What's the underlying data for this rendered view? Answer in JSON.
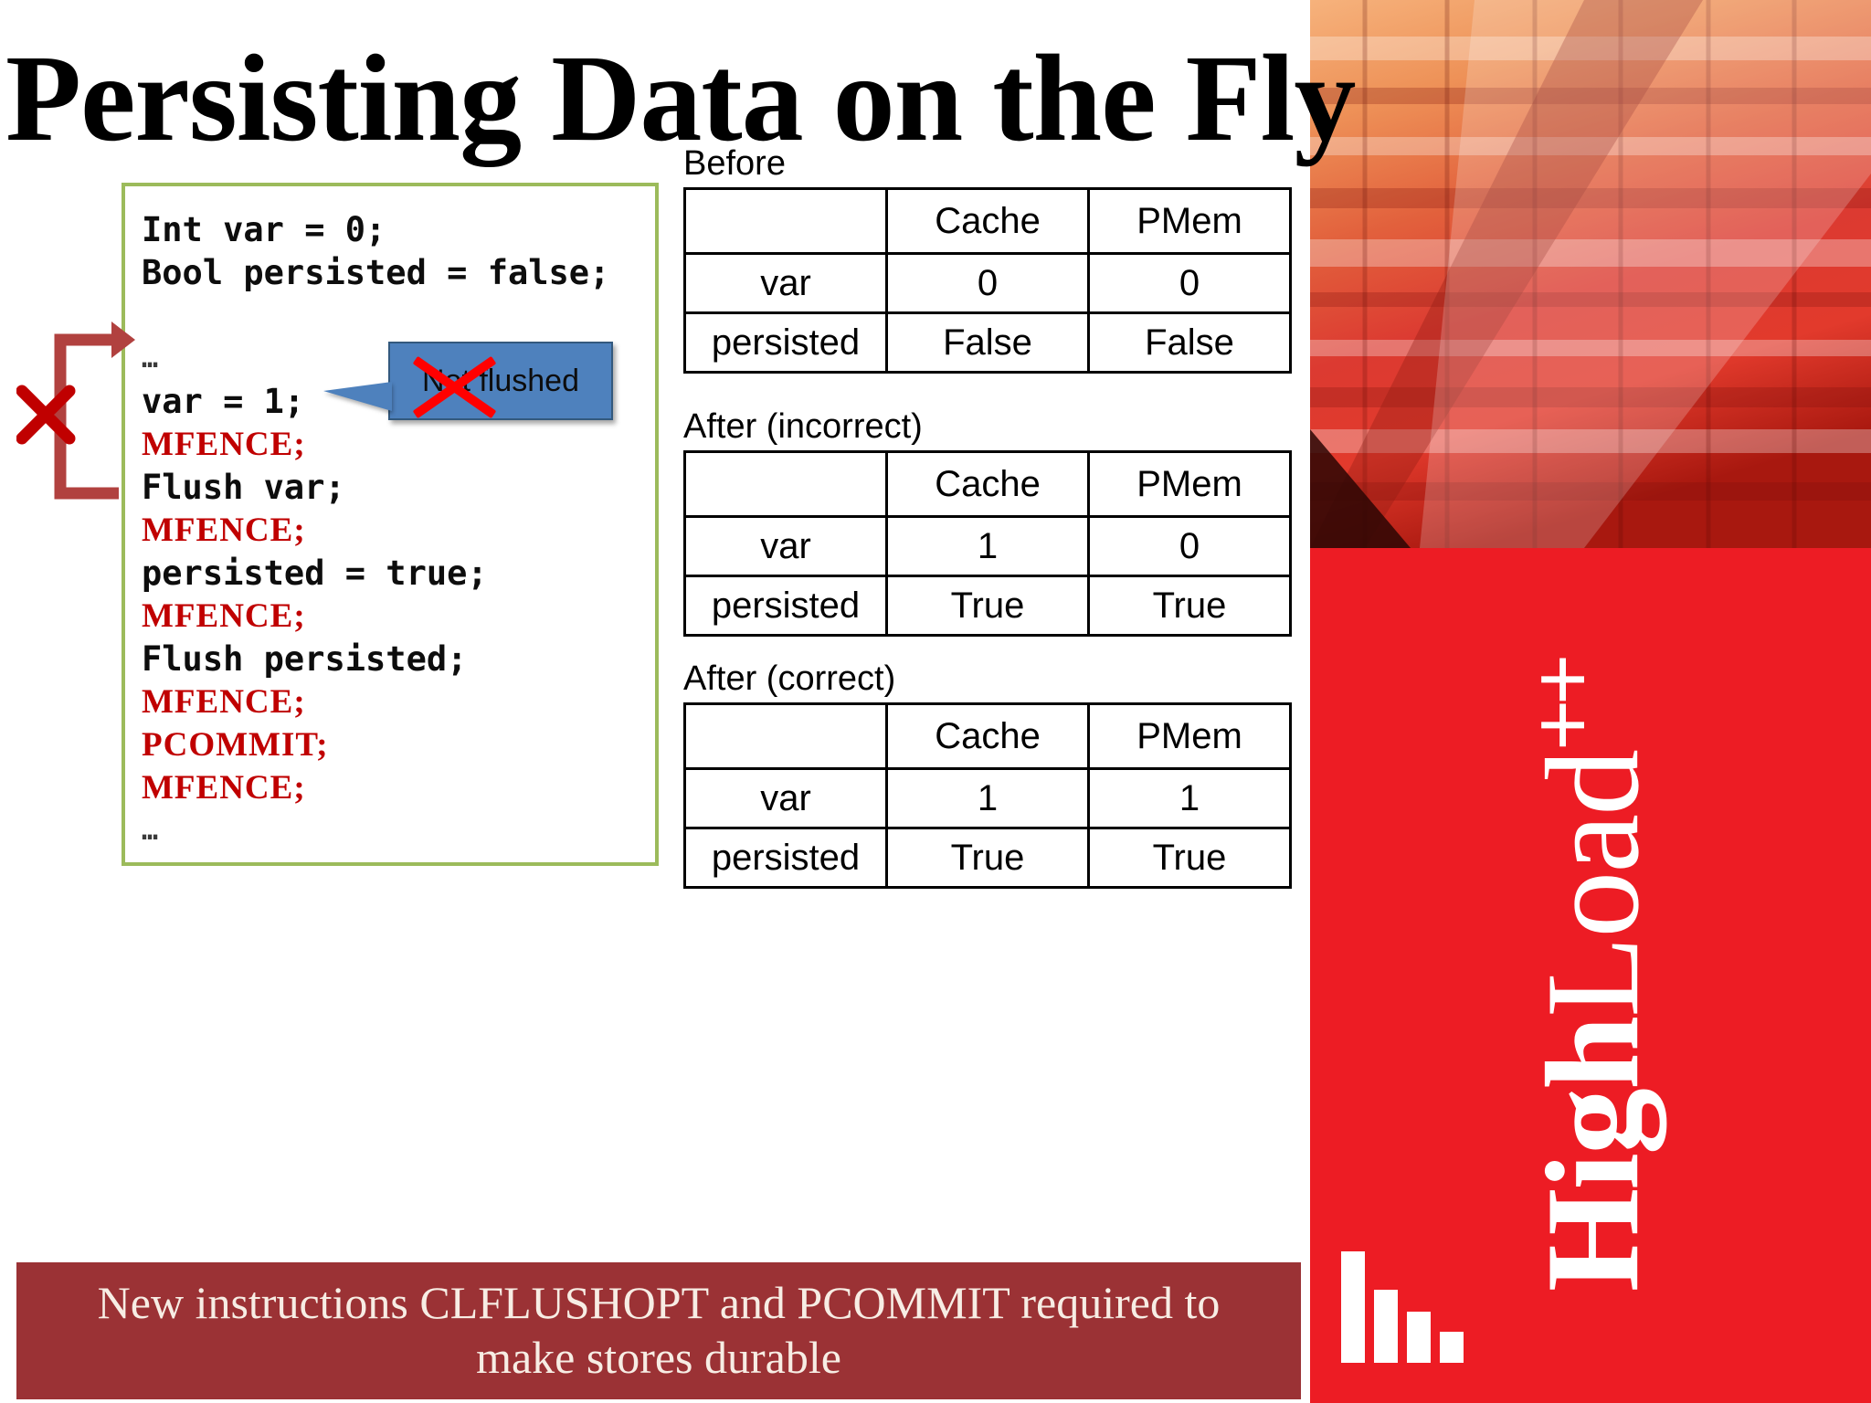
{
  "slide": {
    "title": "Persisting Data on the Fly"
  },
  "code": {
    "lines": [
      {
        "text": "Int var = 0;",
        "style": "mono"
      },
      {
        "text": "Bool persisted = false;",
        "style": "mono"
      },
      {
        "text": "",
        "style": "blank"
      },
      {
        "text": "…",
        "style": "dots"
      },
      {
        "text": "var = 1;",
        "style": "mono"
      },
      {
        "text": "MFENCE;",
        "style": "red"
      },
      {
        "text": "Flush var;",
        "style": "mono"
      },
      {
        "text": "MFENCE;",
        "style": "red"
      },
      {
        "text": "persisted = true;",
        "style": "mono"
      },
      {
        "text": "MFENCE;",
        "style": "red"
      },
      {
        "text": "Flush persisted;",
        "style": "mono"
      },
      {
        "text": "MFENCE;",
        "style": "red"
      },
      {
        "text": "PCOMMIT;",
        "style": "red"
      },
      {
        "text": "MFENCE;",
        "style": "red"
      },
      {
        "text": "…",
        "style": "dots"
      }
    ],
    "border_color": "#9CBB5B",
    "red_color": "#C00000"
  },
  "callout": {
    "label": "Not flushed",
    "fill": "#4E81BD",
    "cross_color": "#FF0000"
  },
  "loop_arrow": {
    "color": "#B1413F",
    "cross_color": "#C00000"
  },
  "tables": [
    {
      "caption": "Before",
      "headers": [
        "",
        "Cache",
        "PMem"
      ],
      "rows": [
        {
          "label": "var",
          "cache": "0",
          "cache_color": "blue",
          "pmem": "0",
          "pmem_color": "black"
        },
        {
          "label": "persisted",
          "cache": "False",
          "cache_color": "blue",
          "pmem": "False",
          "pmem_color": "blue"
        }
      ]
    },
    {
      "caption": "After (incorrect)",
      "headers": [
        "",
        "Cache",
        "PMem"
      ],
      "rows": [
        {
          "label": "var",
          "cache": "1",
          "cache_color": "black",
          "pmem": "0",
          "pmem_color": "red"
        },
        {
          "label": "persisted",
          "cache": "True",
          "cache_color": "black",
          "pmem": "True",
          "pmem_color": "black"
        }
      ]
    },
    {
      "caption": "After (correct)",
      "headers": [
        "",
        "Cache",
        "PMem"
      ],
      "rows": [
        {
          "label": "var",
          "cache": "1",
          "cache_color": "blue",
          "pmem": "1",
          "pmem_color": "black"
        },
        {
          "label": "persisted",
          "cache": "True",
          "cache_color": "black",
          "pmem": "True",
          "pmem_color": "black"
        }
      ]
    }
  ],
  "banner": {
    "text": "New instructions CLFLUSHOPT and PCOMMIT required to make stores durable",
    "background": "#9B3235",
    "text_color": "#F7EDE4"
  },
  "branding": {
    "name_light": "High",
    "name_bold": "Load",
    "plus": "++",
    "panel_color": "#ED1C24"
  }
}
